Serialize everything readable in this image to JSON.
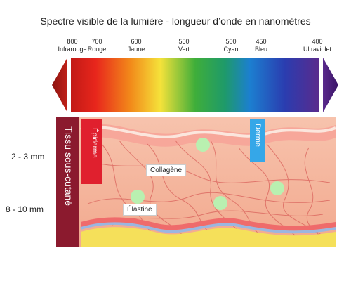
{
  "title": "Spectre visible de la lumière - longueur d’onde en nanomètres",
  "spectrum_ticks": [
    {
      "value": "800",
      "name": "Infrarouge"
    },
    {
      "value": "700",
      "name": "Rouge"
    },
    {
      "value": "600",
      "name": "Jaune"
    },
    {
      "value": "550",
      "name": "Vert"
    },
    {
      "value": "500",
      "name": "Cyan"
    },
    {
      "value": "450",
      "name": "Bleu"
    },
    {
      "value": "400",
      "name": "Ultraviolet"
    }
  ],
  "depths": [
    "2 - 3 mm",
    "8 - 10 mm"
  ],
  "layers": {
    "subcutaneous": "Tissu sous-cutané",
    "epidermis": "Épiderme",
    "dermis": "Derme"
  },
  "fibers": {
    "collagen": "Collagène",
    "elastin": "Élastine"
  },
  "colors": {
    "subcutaneous": "#8b1a2e",
    "epidermis": "#e0202e",
    "dermis": "#35a7e8",
    "skin": "#f4b39c",
    "fat": "#f5e05a",
    "cells": "#b9f0b0"
  }
}
